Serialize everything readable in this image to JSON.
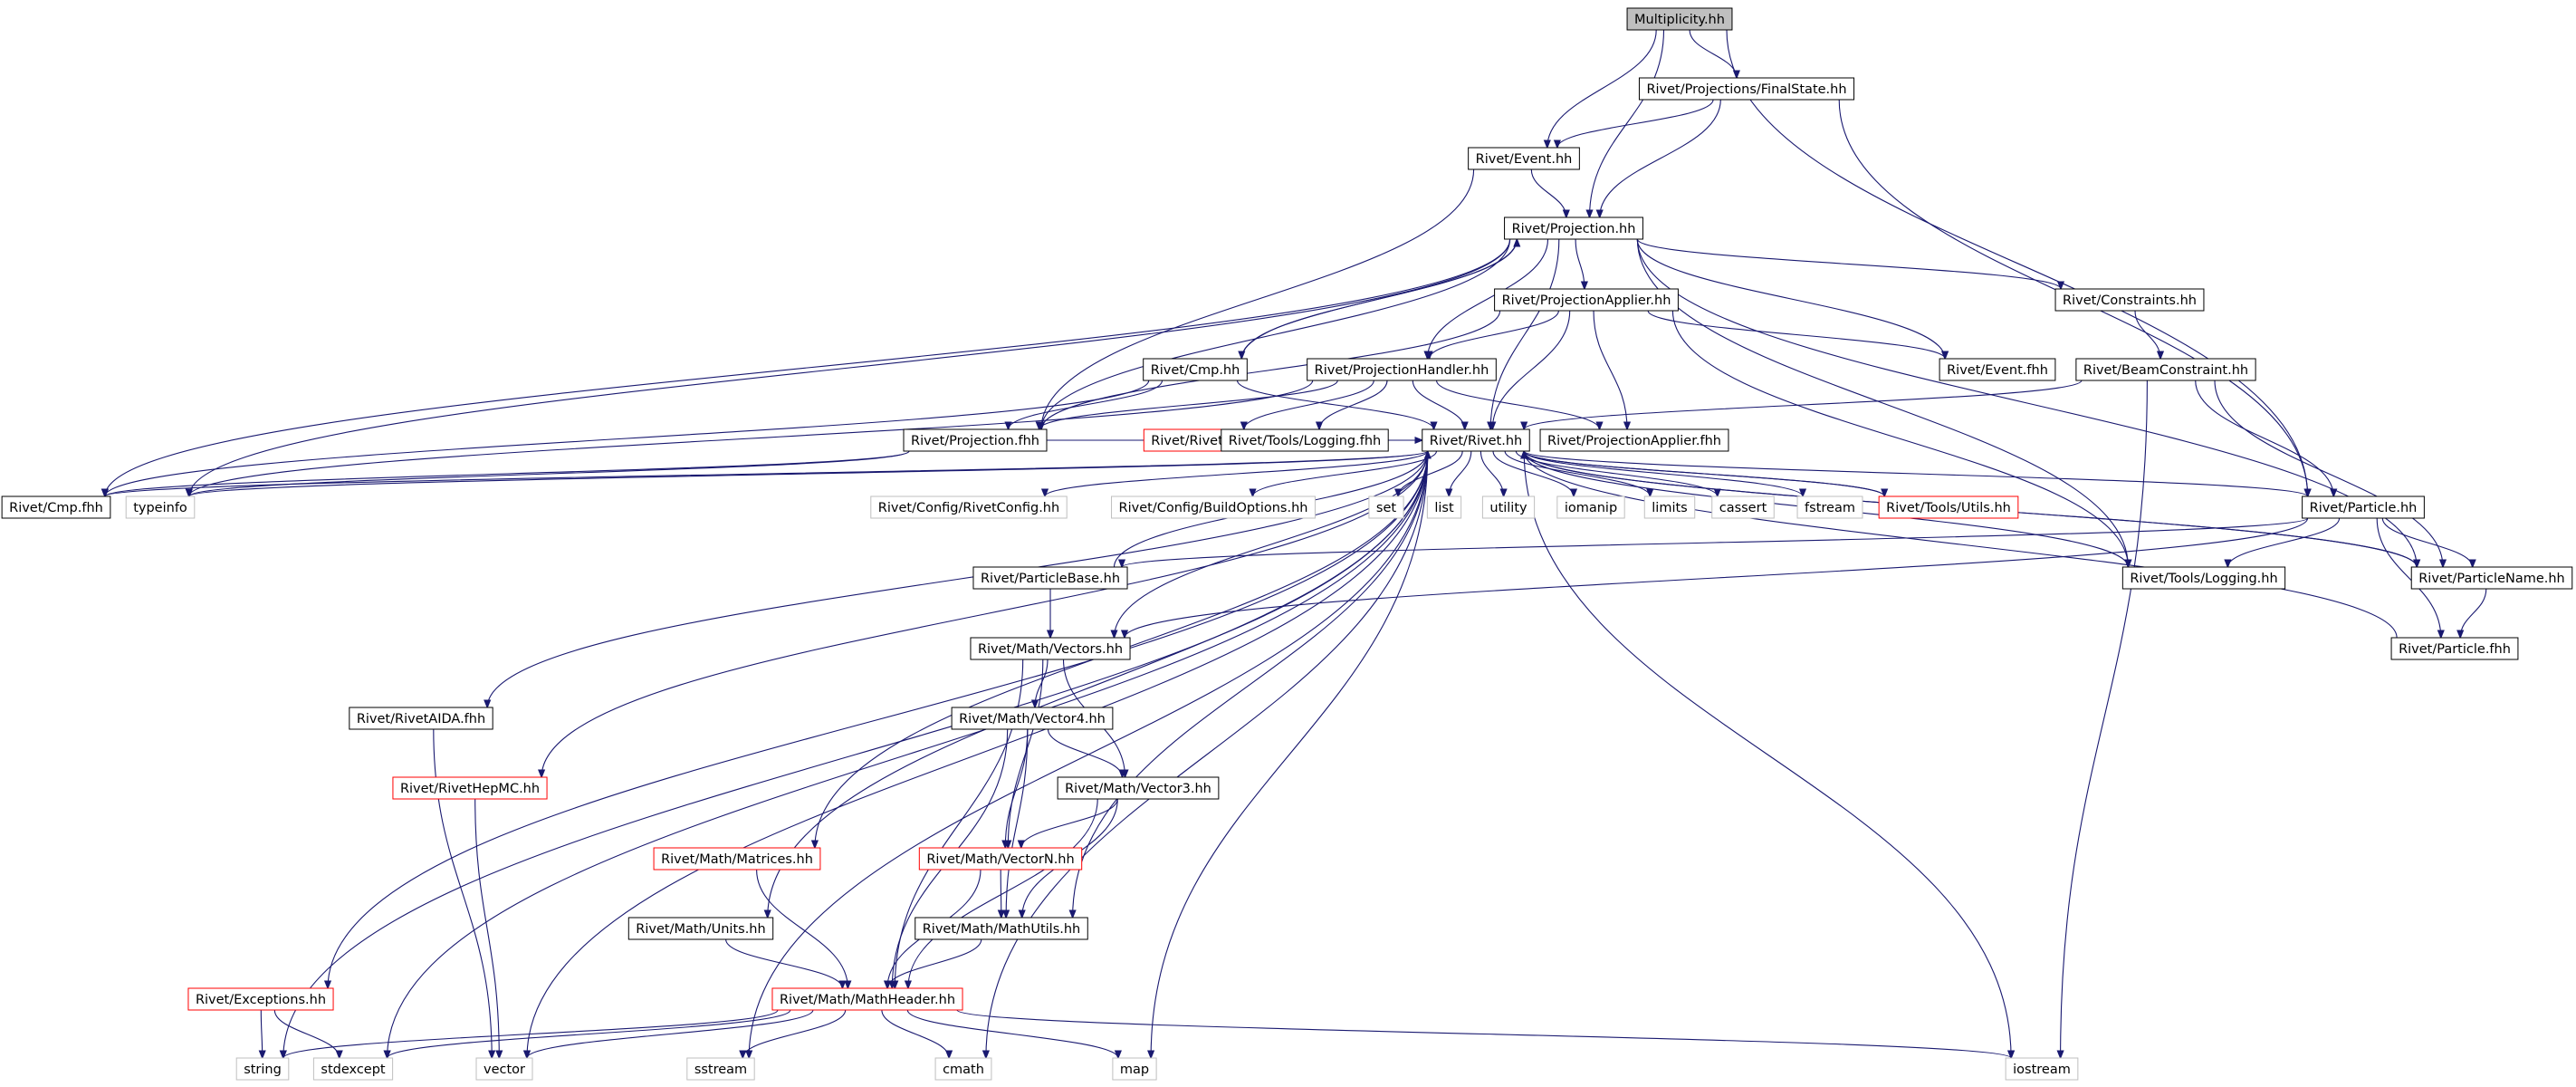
{
  "graph": {
    "nodes": [
      {
        "id": "multiplicity",
        "label": "Multiplicity.hh",
        "kind": "root"
      },
      {
        "id": "finalstate",
        "label": "Rivet/Projections/FinalState.hh",
        "kind": "black"
      },
      {
        "id": "event",
        "label": "Rivet/Event.hh",
        "kind": "black"
      },
      {
        "id": "projection",
        "label": "Rivet/Projection.hh",
        "kind": "black"
      },
      {
        "id": "projapplier",
        "label": "Rivet/ProjectionApplier.hh",
        "kind": "black"
      },
      {
        "id": "constraints",
        "label": "Rivet/Constraints.hh",
        "kind": "black"
      },
      {
        "id": "cmp",
        "label": "Rivet/Cmp.hh",
        "kind": "black"
      },
      {
        "id": "projhandler",
        "label": "Rivet/ProjectionHandler.hh",
        "kind": "black"
      },
      {
        "id": "eventfhh",
        "label": "Rivet/Event.fhh",
        "kind": "black"
      },
      {
        "id": "beamconstraint",
        "label": "Rivet/BeamConstraint.hh",
        "kind": "black"
      },
      {
        "id": "projfhh",
        "label": "Rivet/Projection.fhh",
        "kind": "black"
      },
      {
        "id": "rivetboost",
        "label": "Rivet/RivetBoost.hh",
        "kind": "red"
      },
      {
        "id": "toolslogfhh",
        "label": "Rivet/Tools/Logging.fhh",
        "kind": "black"
      },
      {
        "id": "rivethh",
        "label": "Rivet/Rivet.hh",
        "kind": "black"
      },
      {
        "id": "projapplierfhh",
        "label": "Rivet/ProjectionApplier.fhh",
        "kind": "black"
      },
      {
        "id": "cmpfhh",
        "label": "Rivet/Cmp.fhh",
        "kind": "black"
      },
      {
        "id": "typeinfo",
        "label": "typeinfo",
        "kind": "gray"
      },
      {
        "id": "rivetconfig",
        "label": "Rivet/Config/RivetConfig.hh",
        "kind": "gray"
      },
      {
        "id": "buildoptions",
        "label": "Rivet/Config/BuildOptions.hh",
        "kind": "gray"
      },
      {
        "id": "set",
        "label": "set",
        "kind": "gray"
      },
      {
        "id": "list",
        "label": "list",
        "kind": "gray"
      },
      {
        "id": "utility",
        "label": "utility",
        "kind": "gray"
      },
      {
        "id": "iomanip",
        "label": "iomanip",
        "kind": "gray"
      },
      {
        "id": "limits",
        "label": "limits",
        "kind": "gray"
      },
      {
        "id": "cassert",
        "label": "cassert",
        "kind": "gray"
      },
      {
        "id": "fstream",
        "label": "fstream",
        "kind": "gray"
      },
      {
        "id": "toolsutils",
        "label": "Rivet/Tools/Utils.hh",
        "kind": "red"
      },
      {
        "id": "particlehh",
        "label": "Rivet/Particle.hh",
        "kind": "black"
      },
      {
        "id": "particlebase",
        "label": "Rivet/ParticleBase.hh",
        "kind": "black"
      },
      {
        "id": "toolslogging",
        "label": "Rivet/Tools/Logging.hh",
        "kind": "black"
      },
      {
        "id": "particlename",
        "label": "Rivet/ParticleName.hh",
        "kind": "black"
      },
      {
        "id": "vectors",
        "label": "Rivet/Math/Vectors.hh",
        "kind": "black"
      },
      {
        "id": "particlefhh",
        "label": "Rivet/Particle.fhh",
        "kind": "black"
      },
      {
        "id": "rivetaida",
        "label": "Rivet/RivetAIDA.fhh",
        "kind": "black"
      },
      {
        "id": "vector4",
        "label": "Rivet/Math/Vector4.hh",
        "kind": "black"
      },
      {
        "id": "rivethepmc",
        "label": "Rivet/RivetHepMC.hh",
        "kind": "red"
      },
      {
        "id": "vector3",
        "label": "Rivet/Math/Vector3.hh",
        "kind": "black"
      },
      {
        "id": "matrices",
        "label": "Rivet/Math/Matrices.hh",
        "kind": "red"
      },
      {
        "id": "vectorn",
        "label": "Rivet/Math/VectorN.hh",
        "kind": "red"
      },
      {
        "id": "units",
        "label": "Rivet/Math/Units.hh",
        "kind": "black"
      },
      {
        "id": "mathutils",
        "label": "Rivet/Math/MathUtils.hh",
        "kind": "black"
      },
      {
        "id": "exceptions",
        "label": "Rivet/Exceptions.hh",
        "kind": "red"
      },
      {
        "id": "mathheader",
        "label": "Rivet/Math/MathHeader.hh",
        "kind": "red"
      },
      {
        "id": "string",
        "label": "string",
        "kind": "gray"
      },
      {
        "id": "stdexcept",
        "label": "stdexcept",
        "kind": "gray"
      },
      {
        "id": "vector",
        "label": "vector",
        "kind": "gray"
      },
      {
        "id": "sstream",
        "label": "sstream",
        "kind": "gray"
      },
      {
        "id": "cmath",
        "label": "cmath",
        "kind": "gray"
      },
      {
        "id": "map",
        "label": "map",
        "kind": "gray"
      },
      {
        "id": "iostream",
        "label": "iostream",
        "kind": "gray"
      }
    ],
    "edges": [
      [
        "multiplicity",
        "finalstate"
      ],
      [
        "multiplicity",
        "event"
      ],
      [
        "multiplicity",
        "projection"
      ],
      [
        "multiplicity",
        "particlehh"
      ],
      [
        "finalstate",
        "event"
      ],
      [
        "finalstate",
        "projection"
      ],
      [
        "finalstate",
        "particlehh"
      ],
      [
        "event",
        "projection"
      ],
      [
        "event",
        "projfhh"
      ],
      [
        "projection",
        "projapplier"
      ],
      [
        "projection",
        "constraints"
      ],
      [
        "projection",
        "cmp"
      ],
      [
        "projection",
        "projhandler"
      ],
      [
        "projection",
        "eventfhh"
      ],
      [
        "projection",
        "rivethh"
      ],
      [
        "projection",
        "projfhh"
      ],
      [
        "projection",
        "cmpfhh"
      ],
      [
        "projection",
        "toolslogging"
      ],
      [
        "projection",
        "particlename"
      ],
      [
        "projection",
        "typeinfo"
      ],
      [
        "projapplier",
        "projhandler"
      ],
      [
        "projapplier",
        "eventfhh"
      ],
      [
        "projapplier",
        "rivethh"
      ],
      [
        "projapplier",
        "projfhh"
      ],
      [
        "projapplier",
        "projapplierfhh"
      ],
      [
        "projapplier",
        "toolslogging"
      ],
      [
        "constraints",
        "beamconstraint"
      ],
      [
        "cmp",
        "projection"
      ],
      [
        "cmp",
        "rivethh"
      ],
      [
        "cmp",
        "cmpfhh"
      ],
      [
        "cmp",
        "projfhh"
      ],
      [
        "projhandler",
        "rivethh"
      ],
      [
        "projhandler",
        "rivetboost"
      ],
      [
        "projhandler",
        "toolslogfhh"
      ],
      [
        "projhandler",
        "projfhh"
      ],
      [
        "projhandler",
        "projapplierfhh"
      ],
      [
        "projhandler",
        "typeinfo"
      ],
      [
        "beamconstraint",
        "rivethh"
      ],
      [
        "beamconstraint",
        "particlehh"
      ],
      [
        "beamconstraint",
        "particlename"
      ],
      [
        "beamconstraint",
        "iostream"
      ],
      [
        "projfhh",
        "rivethh"
      ],
      [
        "projfhh",
        "cmpfhh"
      ],
      [
        "projfhh",
        "typeinfo"
      ],
      [
        "rivethh",
        "rivetconfig"
      ],
      [
        "rivethh",
        "buildoptions"
      ],
      [
        "rivethh",
        "set"
      ],
      [
        "rivethh",
        "list"
      ],
      [
        "rivethh",
        "utility"
      ],
      [
        "rivethh",
        "iomanip"
      ],
      [
        "rivethh",
        "limits"
      ],
      [
        "rivethh",
        "cassert"
      ],
      [
        "rivethh",
        "fstream"
      ],
      [
        "rivethh",
        "toolsutils"
      ],
      [
        "rivethh",
        "particlehh"
      ],
      [
        "rivethh",
        "particlename"
      ],
      [
        "rivethh",
        "toolslogging"
      ],
      [
        "rivethh",
        "vectors"
      ],
      [
        "rivethh",
        "rivetaida"
      ],
      [
        "rivethh",
        "rivethepmc"
      ],
      [
        "rivethh",
        "matrices"
      ],
      [
        "rivethh",
        "units"
      ],
      [
        "rivethh",
        "mathutils"
      ],
      [
        "rivethh",
        "exceptions"
      ],
      [
        "rivethh",
        "typeinfo"
      ],
      [
        "rivethh",
        "string"
      ],
      [
        "rivethh",
        "stdexcept"
      ],
      [
        "rivethh",
        "vector"
      ],
      [
        "rivethh",
        "sstream"
      ],
      [
        "rivethh",
        "cmath"
      ],
      [
        "rivethh",
        "map"
      ],
      [
        "rivethh",
        "iostream"
      ],
      [
        "rivethh",
        "cmpfhh"
      ],
      [
        "toolsutils",
        "rivethh"
      ],
      [
        "particlehh",
        "particlebase"
      ],
      [
        "particlehh",
        "toolslogging"
      ],
      [
        "particlehh",
        "particlename"
      ],
      [
        "particlehh",
        "particlefhh"
      ],
      [
        "particlehh",
        "vectors"
      ],
      [
        "particlebase",
        "rivethh"
      ],
      [
        "particlebase",
        "vectors"
      ],
      [
        "particlename",
        "rivethh"
      ],
      [
        "particlename",
        "particlefhh"
      ],
      [
        "particlefhh",
        "rivethh"
      ],
      [
        "vectors",
        "vector4"
      ],
      [
        "vectors",
        "vector3"
      ],
      [
        "vectors",
        "vectorn"
      ],
      [
        "vectors",
        "mathheader"
      ],
      [
        "vector4",
        "vector3"
      ],
      [
        "vector4",
        "vectorn"
      ],
      [
        "vector4",
        "mathutils"
      ],
      [
        "vector4",
        "mathheader"
      ],
      [
        "vector3",
        "vectorn"
      ],
      [
        "vector3",
        "mathutils"
      ],
      [
        "vector3",
        "mathheader"
      ],
      [
        "vectorn",
        "mathutils"
      ],
      [
        "vectorn",
        "mathheader"
      ],
      [
        "mathutils",
        "mathheader"
      ],
      [
        "units",
        "mathheader"
      ],
      [
        "matrices",
        "mathheader"
      ],
      [
        "rivetaida",
        "vector"
      ],
      [
        "rivethepmc",
        "vector"
      ],
      [
        "exceptions",
        "string"
      ],
      [
        "exceptions",
        "stdexcept"
      ],
      [
        "mathheader",
        "string"
      ],
      [
        "mathheader",
        "stdexcept"
      ],
      [
        "mathheader",
        "vector"
      ],
      [
        "mathheader",
        "sstream"
      ],
      [
        "mathheader",
        "cmath"
      ],
      [
        "mathheader",
        "map"
      ],
      [
        "mathheader",
        "iostream"
      ]
    ]
  },
  "colors": {
    "edge": "#191970",
    "root_fill": "#bfbfbf",
    "black_border": "#000000",
    "red_border": "#ff0000",
    "gray_border": "#bfbfbf",
    "text": "#000000"
  }
}
